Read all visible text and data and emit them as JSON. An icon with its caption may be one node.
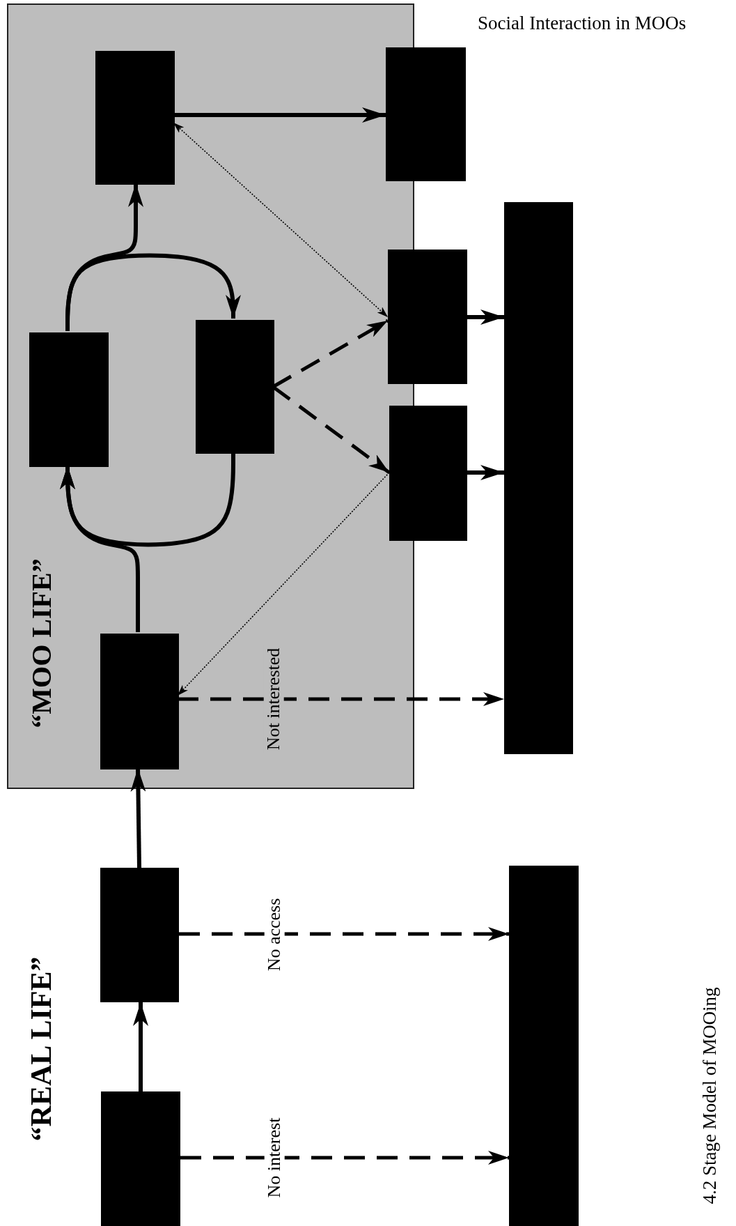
{
  "diagram": {
    "caption": "4.2 Stage Model of MOOing",
    "nodes": [
      {
        "text": [
          "“MOO LIFE”"
        ]
      },
      {
        "text": [],
        "shape": "box"
      },
      {
        "text": [],
        "shape": "box"
      },
      {
        "text": [],
        "shape": "box",
        "in": 0
      },
      {
        "text": [],
        "shape": "box",
        "in": 0
      },
      {
        "text": [],
        "shape": "box",
        "in": 0
      },
      {
        "text": [],
        "shape": "box",
        "in": 0
      },
      {
        "text": [],
        "shape": "box"
      },
      {
        "text": [],
        "shape": "box"
      },
      {
        "text": [],
        "shape": "box"
      },
      {
        "text": [],
        "shape": "box"
      },
      {
        "text": [],
        "shape": "box"
      }
    ],
    "edges": [
      {
        "from": 1,
        "to": 2,
        "arrow": "to"
      },
      {
        "from": 2,
        "to": 3,
        "arrow": "to"
      },
      {
        "from": 3,
        "to": 4,
        "arrow": "to"
      },
      {
        "from": 5,
        "to": 4,
        "arrow": "to"
      },
      {
        "from": 4,
        "to": 5,
        "arrow": "to"
      },
      {
        "from": 4,
        "to": 6,
        "arrow": "to"
      },
      {
        "from": 6,
        "to": 7,
        "arrow": "to"
      },
      {
        "from": 6,
        "to": 8,
        "arrow": "both",
        "style": "dashed"
      },
      {
        "from": 5,
        "to": 8,
        "arrow": "to",
        "style": "dashed"
      },
      {
        "from": 5,
        "to": 9,
        "arrow": "to",
        "style": "dashed"
      },
      {
        "from": 9,
        "to": 3,
        "arrow": "to",
        "style": "dashed"
      },
      {
        "from": 8,
        "to": 10,
        "arrow": "to"
      },
      {
        "from": 9,
        "to": 10,
        "arrow": "to"
      },
      {
        "from": 3,
        "to": 10,
        "arrow": "to",
        "style": "dashed",
        "label": "Not interested"
      },
      {
        "from": 2,
        "to": 11,
        "arrow": "to",
        "style": "dashed",
        "label": "No access"
      },
      {
        "from": 1,
        "to": 11,
        "arrow": "to",
        "style": "dashed",
        "label": "No interest"
      }
    ],
    "labels": [
      "“REAL LIFE”",
      "Social Interaction in MOOs"
    ]
  }
}
